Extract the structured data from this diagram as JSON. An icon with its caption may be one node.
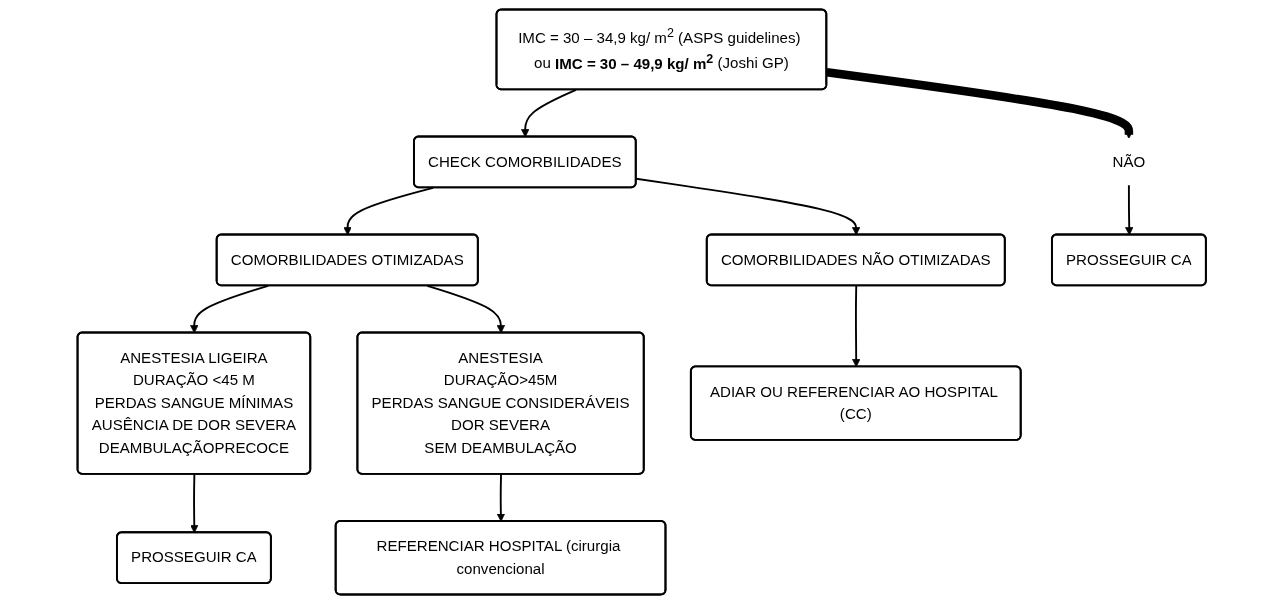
{
  "diagram": {
    "nodes": [
      {
        "text": [
          "IMC = 30 – 34,9 kg/ m$^{2}$ (ASPS guidelines) ou **IMC = 30 – 49,9 kg/ m$^{2}$** (Joshi GP)"
        ]
      },
      {
        "text": [
          "CHECK COMORBILIDADES"
        ]
      },
      {
        "text": [
          "COMORBILIDADES OTIMIZADAS"
        ]
      },
      {
        "text": [
          "COMORBILIDADES NÃO OTIMIZADAS"
        ]
      },
      {
        "text": [
          "ANESTESIA LIGEIRA",
          "DURAÇÃO <45 M",
          "PERDAS SANGUE MÍNIMAS",
          "AUSÊNCIA DE DOR SEVERA",
          "DEAMBULAÇÃOPRECOCE"
        ]
      },
      {
        "text": [
          "ANESTESIA",
          "DURAÇÃO>45M",
          "PERDAS SANGUE CONSIDERÁVEIS",
          "DOR SEVERA",
          "SEM DEAMBULAÇÃO"
        ]
      },
      {
        "text": [
          "ADIAR OU REFERENCIAR AO HOSPITAL (CC)"
        ]
      },
      {
        "text": [
          "NÃO"
        ]
      },
      {
        "text": [
          "PROSSEGUIR CA"
        ]
      },
      {
        "text": [
          "PROSSEGUIR CA"
        ]
      },
      {
        "text": [
          "REFERENCIAR HOSPITAL (cirurgia convencional"
        ]
      }
    ],
    "edges": [
      {
        "from": 0,
        "to": 1,
        "arrow": "to"
      },
      {
        "from": 0,
        "to": 7,
        "arrow": "to",
        "style": "thick"
      },
      {
        "from": 1,
        "to": 2,
        "arrow": "to"
      },
      {
        "from": 1,
        "to": 3,
        "arrow": "to"
      },
      {
        "from": 2,
        "to": 4,
        "arrow": "to"
      },
      {
        "from": 2,
        "to": 5,
        "arrow": "to"
      },
      {
        "from": 3,
        "to": 6,
        "arrow": "to"
      },
      {
        "from": 7,
        "to": 8,
        "arrow": "to"
      },
      {
        "from": 4,
        "to": 9,
        "arrow": "to"
      },
      {
        "from": 5,
        "to": 10,
        "arrow": "to"
      }
    ]
  }
}
